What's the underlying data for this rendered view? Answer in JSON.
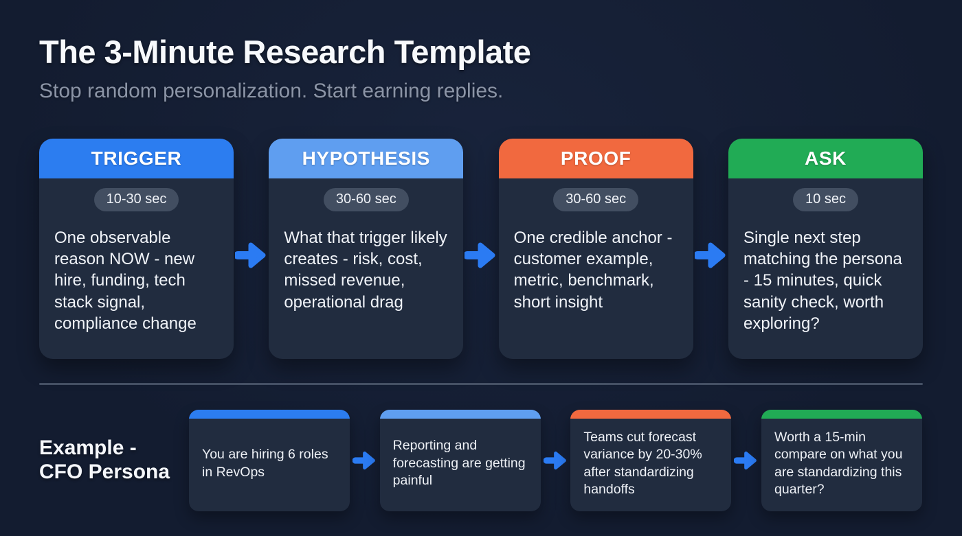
{
  "page": {
    "title": "The 3-Minute Research Template",
    "subtitle": "Stop random personalization. Start earning replies."
  },
  "colors": {
    "background": "#131c30",
    "card_body": "#212c3f",
    "badge_bg": "#424e61",
    "arrow": "#2b7bf3",
    "divider": "#4a5569",
    "trigger": "#2c7df0",
    "hypothesis": "#5f9ef0",
    "proof": "#f1693f",
    "ask": "#21ab55"
  },
  "steps": [
    {
      "label": "TRIGGER",
      "time": "10-30 sec",
      "description": "One observable reason NOW - new hire, funding, tech stack signal, compliance change",
      "color": "#2c7df0"
    },
    {
      "label": "HYPOTHESIS",
      "time": "30-60 sec",
      "description": "What that trigger likely creates - risk, cost, missed revenue, operational drag",
      "color": "#5f9ef0"
    },
    {
      "label": "PROOF",
      "time": "30-60 sec",
      "description": "One credible anchor - customer example, metric, benchmark, short insight",
      "color": "#f1693f"
    },
    {
      "label": "ASK",
      "time": "10 sec",
      "description": "Single next step matching the persona - 15 minutes, quick sanity check, worth exploring?",
      "color": "#21ab55"
    }
  ],
  "example": {
    "label_line1": "Example -",
    "label_line2": "CFO Persona",
    "items": [
      {
        "text": "You are hiring 6 roles in RevOps",
        "color": "#2c7df0"
      },
      {
        "text": "Reporting and forecasting are getting painful",
        "color": "#5f9ef0"
      },
      {
        "text": "Teams cut forecast variance by 20-30% after standardizing handoffs",
        "color": "#f1693f"
      },
      {
        "text": "Worth a 15-min compare on what you are standardizing this quarter?",
        "color": "#21ab55"
      }
    ]
  }
}
